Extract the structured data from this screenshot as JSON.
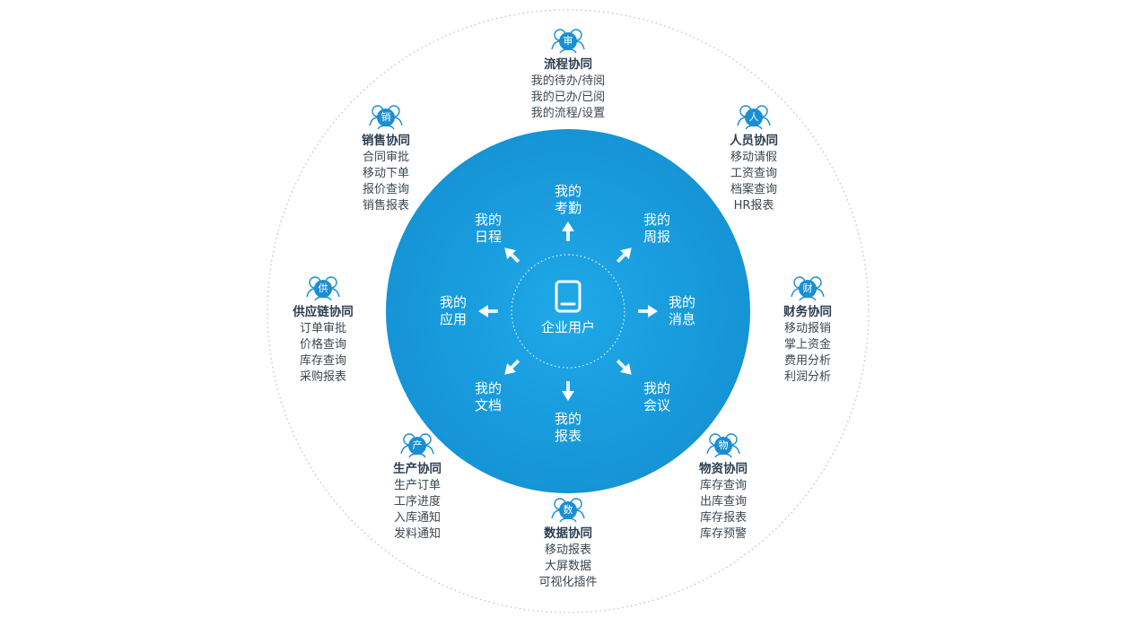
{
  "center": {
    "label": "企业用户",
    "spokes": [
      {
        "line1": "我的",
        "line2": "考勤"
      },
      {
        "line1": "我的",
        "line2": "周报"
      },
      {
        "line1": "我的",
        "line2": "消息"
      },
      {
        "line1": "我的",
        "line2": "会议"
      },
      {
        "line1": "我的",
        "line2": "报表"
      },
      {
        "line1": "我的",
        "line2": "文档"
      },
      {
        "line1": "我的",
        "line2": "应用"
      },
      {
        "line1": "我的",
        "line2": "日程"
      }
    ]
  },
  "nodes": [
    {
      "badge": "审",
      "title": "流程协同",
      "items": [
        "我的待办/待阅",
        "我的已办/已阅",
        "我的流程/设置"
      ]
    },
    {
      "badge": "人",
      "title": "人员协同",
      "items": [
        "移动请假",
        "工资查询",
        "档案查询",
        "HR报表"
      ]
    },
    {
      "badge": "财",
      "title": "财务协同",
      "items": [
        "移动报销",
        "掌上资金",
        "费用分析",
        "利润分析"
      ]
    },
    {
      "badge": "物",
      "title": "物资协同",
      "items": [
        "库存查询",
        "出库查询",
        "库存报表",
        "库存预警"
      ]
    },
    {
      "badge": "数",
      "title": "数据协同",
      "items": [
        "移动报表",
        "大屏数据",
        "可视化插件"
      ]
    },
    {
      "badge": "产",
      "title": "生产协同",
      "items": [
        "生产订单",
        "工序进度",
        "入库通知",
        "发料通知"
      ]
    },
    {
      "badge": "供",
      "title": "供应链协同",
      "items": [
        "订单审批",
        "价格查询",
        "库存查询",
        "采购报表"
      ]
    },
    {
      "badge": "销",
      "title": "销售协同",
      "items": [
        "合同审批",
        "移动下单",
        "报价查询",
        "销售报表"
      ]
    }
  ],
  "colors": {
    "main_circle": "#1a9ee0",
    "accent": "#1a8fd0",
    "dotted_ring": "#b9bec4",
    "text_dark": "#2c3e50"
  },
  "icons": {
    "center": "tablet-icon",
    "node": "people-group-icon",
    "arrow": "arrow-icon"
  }
}
